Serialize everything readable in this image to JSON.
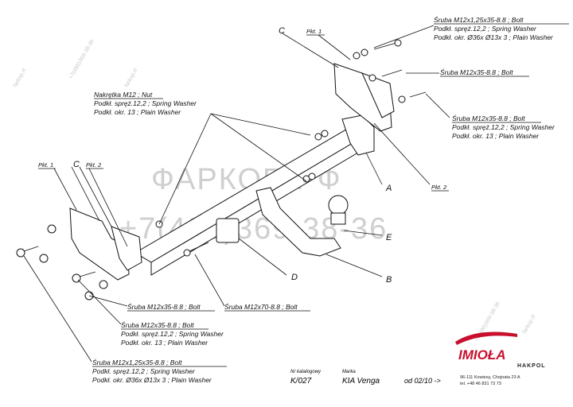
{
  "labels": {
    "top_right": [
      "Śruba M12x1,25x35-8.8 ; Bolt",
      "Podkł. spręż.12,2 ; Spring Washer",
      "Podkł. okr. Ø36x Ø13x 3 ; Plain Washer"
    ],
    "right_1": "Śruba M12x35-8.8 ; Bolt",
    "right_2": [
      "Śruba M12x35-8.8 ; Bolt",
      "Podkł. spręż.12,2 ; Spring Washer",
      "Podkł. okr. 13 ; Plain Washer"
    ],
    "nut_block": [
      "Nakrętka M12 ; Nut",
      "Podkł. spręż.12,2 ; Spring Washer",
      "Podkł. okr. 13 ; Plain Washer"
    ],
    "bolt_left": "Śruba M12x35-8.8 ; Bolt",
    "bolt_mid": "Śruba M12x70-8.8 ; Bolt",
    "bottom_mid": [
      "Śruba M12x35-8.8 ; Bolt",
      "Podkł. spręż.12,2 ; Spring Washer",
      "Podkł. okr. 13 ; Plain Washer"
    ],
    "bottom_low": [
      "Śruba M12x1,25x35-8.8 ; Bolt",
      "Podkł. spręż.12,2 ; Spring Washer",
      "Podkł. okr. Ø36x Ø13x 3 ; Plain Washer"
    ]
  },
  "parts": {
    "A": "A",
    "B": "B",
    "C": "C",
    "D": "D",
    "E": "E"
  },
  "pkt": {
    "pkt1": "Pkt. 1",
    "pkt2": "Pkt. 2"
  },
  "catalog": {
    "no_label": "Nr katalogowy",
    "no_value": "K/027",
    "brand_label": "Marka",
    "brand_value": "KIA Venga",
    "date_value": "od 02/10 ->"
  },
  "logo": {
    "name": "IMIOŁA",
    "sub": "HAKPOL",
    "address": "96-111 Kowiesy, Chojnata 23 A",
    "tel": "tel. +48 46 831 73 73"
  },
  "watermark": {
    "main": "ФАРКОП.РФ",
    "phone": "+7(495)369-38-36",
    "site": "farkop.rf"
  }
}
